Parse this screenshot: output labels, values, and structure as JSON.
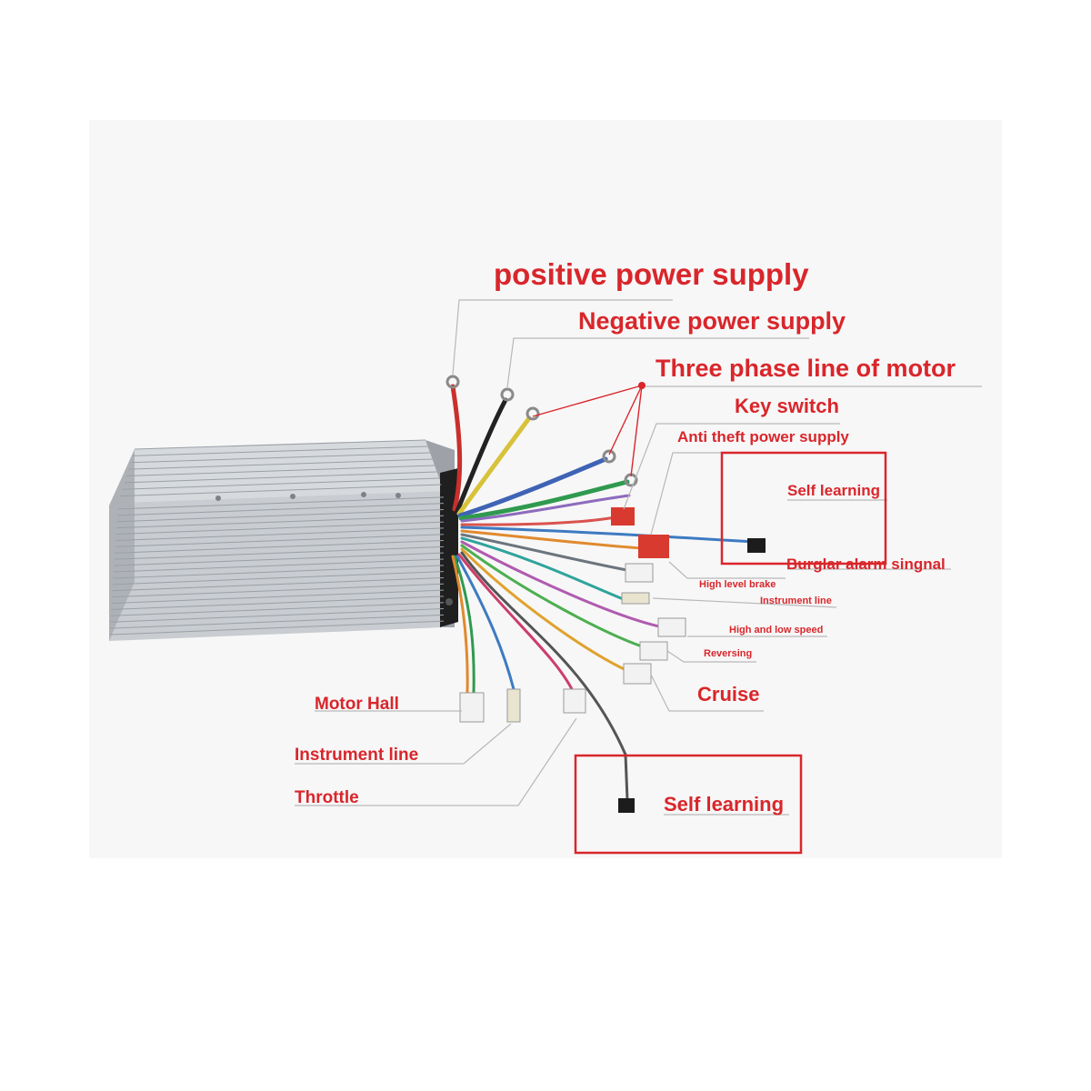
{
  "labels": {
    "positive_power": "positive power supply",
    "negative_power": "Negative power supply",
    "three_phase": "Three phase line of motor",
    "key_switch": "Key switch",
    "anti_theft": "Anti theft power supply",
    "self_learning_top": "Self learning",
    "burglar_alarm": "Burglar alarm singnal",
    "high_level_brake": "High level brake",
    "instrument_line_right": "Instrument line",
    "high_low_speed": "High and low speed",
    "reversing": "Reversing",
    "cruise": "Cruise",
    "motor_hall": "Motor Hall",
    "instrument_line_left": "Instrument line",
    "throttle": "Throttle",
    "self_learning_bottom": "Self learning"
  },
  "colors": {
    "label": "#d9262b",
    "highlight_box": "#d9262b",
    "controller_body": "#c9ccd0",
    "background_panel": "#f7f7f7",
    "wire_red": "#c9302c",
    "wire_black": "#222222",
    "wire_yellow": "#d8c23a",
    "wire_blue": "#3f63b5",
    "wire_green": "#2f9a4f"
  }
}
